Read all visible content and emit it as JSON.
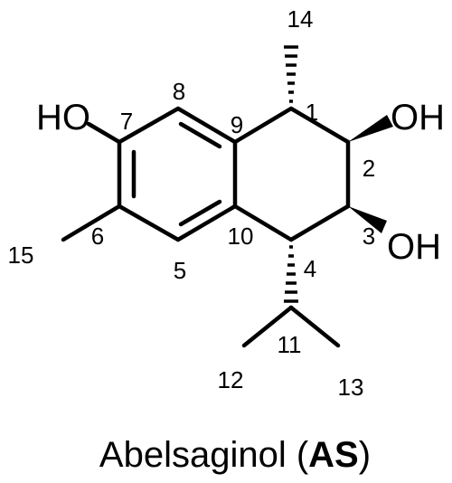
{
  "caption": {
    "name": "Abelsaginol",
    "open": " (",
    "abbreviation": "AS",
    "close": ")"
  },
  "groups": {
    "oh_7": "HO",
    "oh_2": "OH",
    "oh_3": "OH"
  },
  "atom_numbers": {
    "c1": "1",
    "c2": "2",
    "c3": "3",
    "c4": "4",
    "c5": "5",
    "c6": "6",
    "c7": "7",
    "c8": "8",
    "c9": "9",
    "c10": "10",
    "c11": "11",
    "c12": "12",
    "c13": "13",
    "c14": "14",
    "c15": "15"
  },
  "colors": {
    "ink": "#000000",
    "background": "#ffffff"
  }
}
